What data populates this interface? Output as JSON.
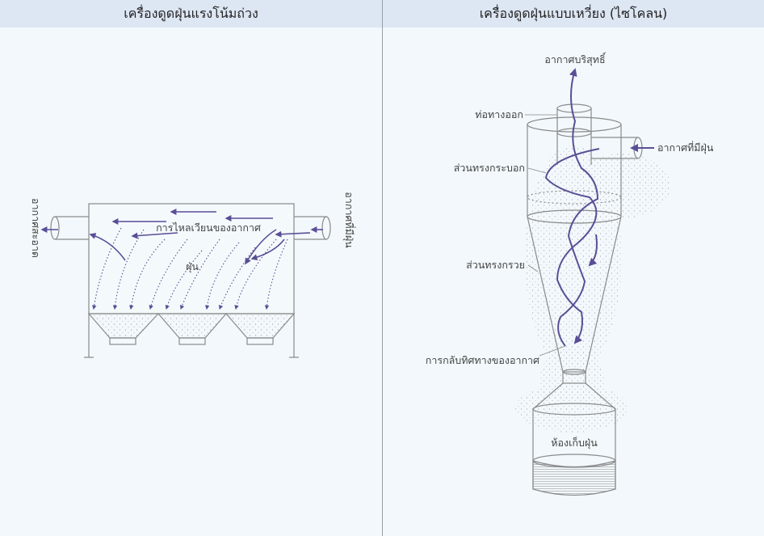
{
  "panels": {
    "left": {
      "title": "เครื่องดูดฝุ่นแรงโน้มถ่วง",
      "labels": {
        "clean_air": "อากาศสะอาด",
        "dusty_air": "อากาศที่มีฝุ่น",
        "air_circulation": "การไหลเวียนของอากาศ",
        "dust": "ฝุ่น"
      }
    },
    "right": {
      "title": "เครื่องดูดฝุ่นแบบเหวี่ยง (ไซโคลน)",
      "labels": {
        "pure_air": "อากาศบริสุทธิ์",
        "outlet_pipe": "ท่อทางออก",
        "dusty_air": "อากาศที่มีฝุ่น",
        "cylinder_section": "ส่วนทรงกระบอก",
        "cone_section": "ส่วนทรงกรวย",
        "air_reversal": "การกลับทิศทางของอากาศ",
        "dust_chamber": "ห้องเก็บฝุ่น"
      }
    }
  },
  "colors": {
    "arrow": "#5a4e96",
    "outline": "#8a8a8a",
    "header_bg": "#dde6f3",
    "background": "#f2f8fc"
  }
}
